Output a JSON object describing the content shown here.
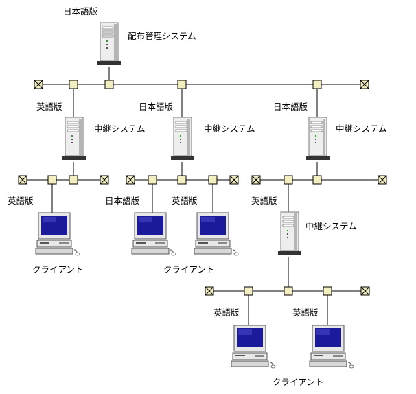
{
  "labels": {
    "japanese": "日本語版",
    "english": "英語版",
    "distribution_system": "配布管理システム",
    "relay_system": "中継システム",
    "client": "クライアント"
  },
  "colors": {
    "line": "#000000",
    "node_fill": "#f2eec0",
    "terminator_fill": "#f2eec0",
    "screen": "#1a1a9a",
    "case_light": "#eeeeee",
    "case_shadow": "#9a9a9a",
    "base_dark": "#333333"
  }
}
